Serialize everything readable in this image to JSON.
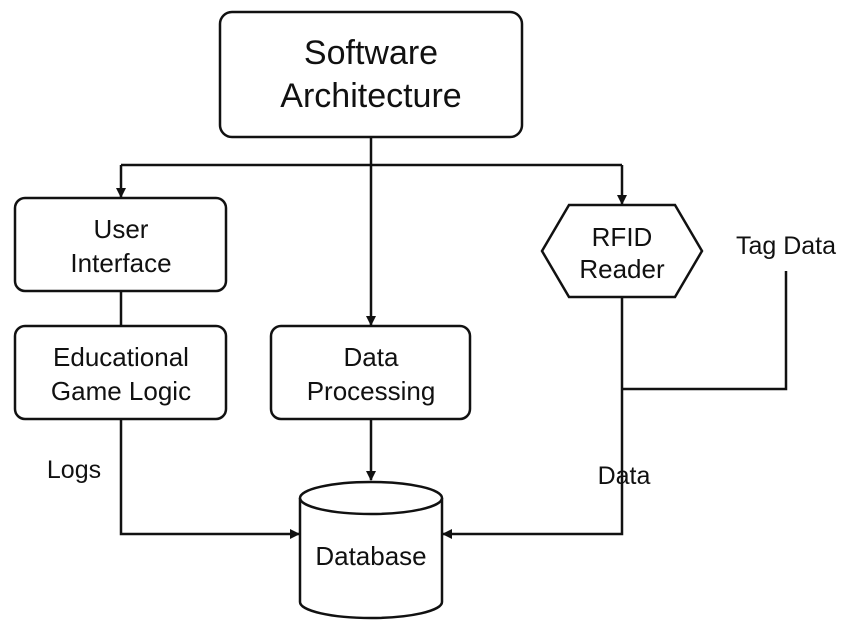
{
  "nodes": {
    "software_architecture": {
      "line1": "Software",
      "line2": "Architecture"
    },
    "user_interface": {
      "line1": "User",
      "line2": "Interface"
    },
    "game_logic": {
      "line1": "Educational",
      "line2": "Game Logic"
    },
    "data_processing": {
      "line1": "Data",
      "line2": "Processing"
    },
    "rfid_reader": {
      "line1": "RFID",
      "line2": "Reader"
    },
    "database": {
      "label": "Database"
    }
  },
  "edge_labels": {
    "tag_data": "Tag Data",
    "logs": "Logs",
    "data": "Data"
  }
}
